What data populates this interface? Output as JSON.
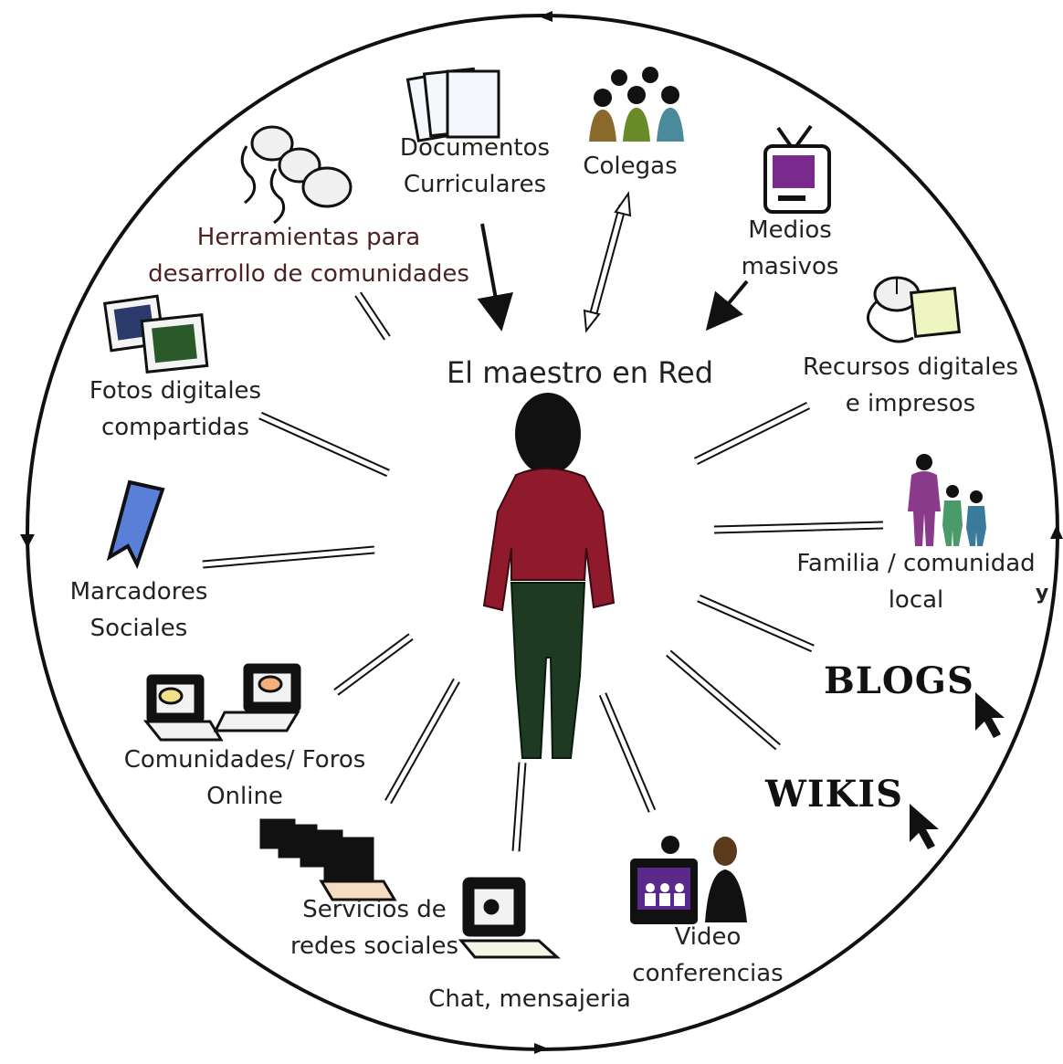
{
  "center": {
    "title": "El maestro en Red"
  },
  "nodes": {
    "documentos": {
      "line1": "Documentos",
      "line2": "Curriculares"
    },
    "colegas": {
      "line1": "Colegas"
    },
    "medios": {
      "line1": "Medios",
      "line2": "masivos"
    },
    "herramientas": {
      "line1": "Herramientas para",
      "line2": "desarrollo de comunidades"
    },
    "recursos": {
      "line1": "Recursos digitales",
      "line2": "e impresos"
    },
    "fotos": {
      "line1": "Fotos digitales",
      "line2": "compartidas"
    },
    "familia": {
      "line1": "Familia / comunidad",
      "line2": "local",
      "extra": "y"
    },
    "marcadores": {
      "line1": "Marcadores",
      "line2": "Sociales"
    },
    "blogs": {
      "line1": "BLOGS"
    },
    "comunidades": {
      "line1": "Comunidades/ Foros",
      "line2": "Online"
    },
    "wikis": {
      "line1": "WIKIS"
    },
    "servicios": {
      "line1": "Servicios de",
      "line2": "redes sociales"
    },
    "video": {
      "line1": "Video",
      "line2": "conferencias"
    },
    "chat": {
      "line1": "Chat, mensajeria"
    }
  },
  "colors": {
    "shirt": "#8e1a2c",
    "pants": "#1f3a22",
    "head": "#111111",
    "tv_screen": "#7a2a8c",
    "video_screen": "#5a2a8a",
    "bookmark": "#5a7fd8"
  },
  "icons": [
    "documents-icon",
    "colleagues-icon",
    "tv-icon",
    "mouse-icon",
    "photos-icon",
    "family-icon",
    "bookmark-icon",
    "laptops-chat-icon",
    "computers-icon",
    "laptop-chat-icon",
    "videoconference-icon",
    "cursor-icon"
  ]
}
